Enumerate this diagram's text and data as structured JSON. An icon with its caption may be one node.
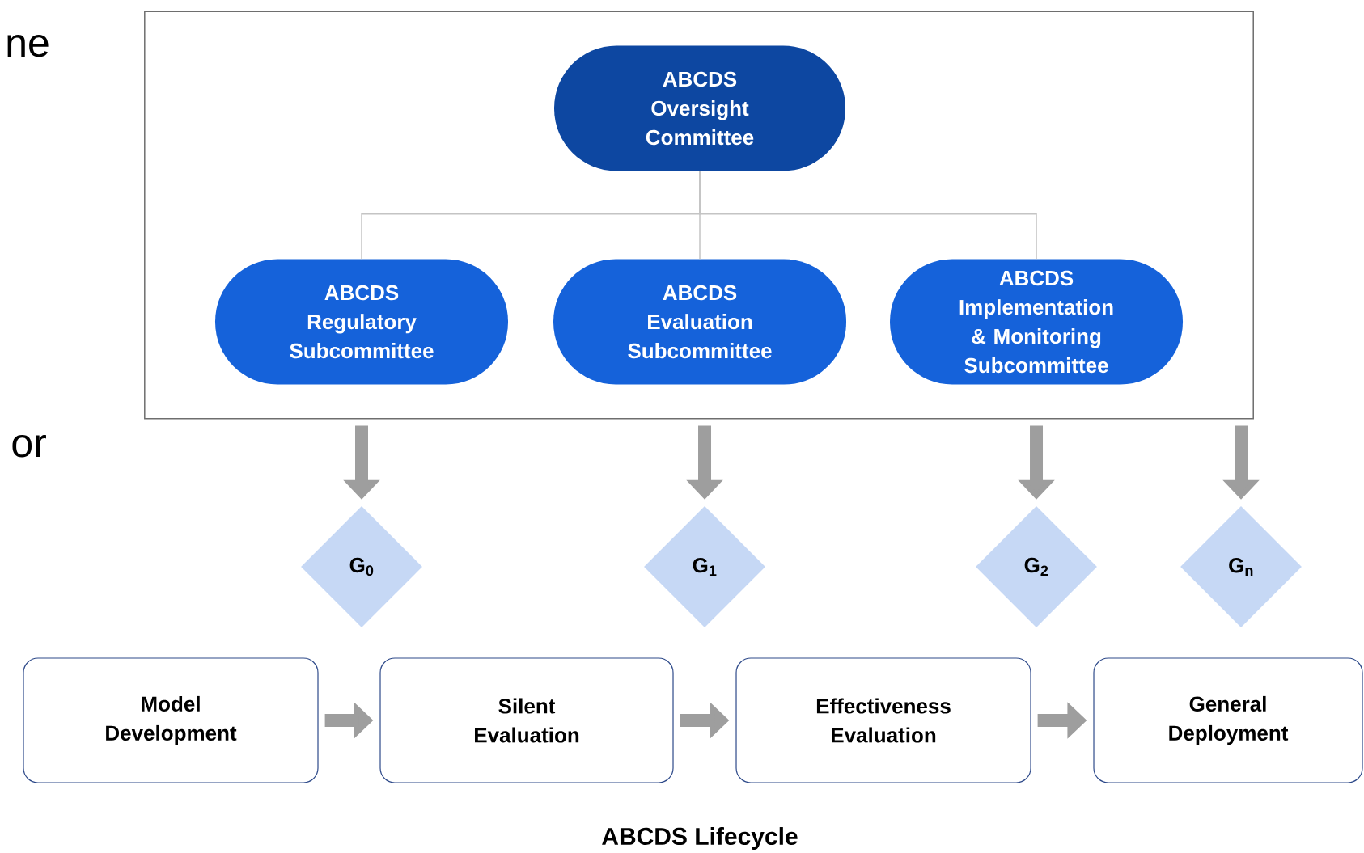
{
  "diagram": {
    "caption": "ABCDS Lifecycle",
    "nodes": [
      {
        "text": [],
        "shape": "box"
      },
      {
        "text": [
          "ABCDS Oversight Committee"
        ],
        "in": 0
      },
      {
        "text": [
          "ABCDS Regulatory Subcommittee"
        ],
        "in": 0
      },
      {
        "text": [
          "ABCDS Evaluation Subcommittee"
        ],
        "in": 0
      },
      {
        "text": [
          "ABCDS Implementation & Monitoring Subcommittee"
        ],
        "in": 0
      },
      {
        "text": [
          "G$_{0}$"
        ]
      },
      {
        "text": [
          "G$_{1}$"
        ]
      },
      {
        "text": [
          "G$_{2}$"
        ]
      },
      {
        "text": [
          "G$_{n}$"
        ]
      },
      {
        "text": [
          "Model Development"
        ]
      },
      {
        "text": [
          "Silent Evaluation"
        ]
      },
      {
        "text": [
          "Effectiveness Evaluation"
        ]
      },
      {
        "text": [
          "General Deployment"
        ]
      }
    ],
    "edges": [
      {
        "from": 1,
        "to": 2,
        "arrow": "none",
        "color": "#c4c4c4"
      },
      {
        "from": 1,
        "to": 3,
        "arrow": "none",
        "color": "#c4c4c4"
      },
      {
        "from": 1,
        "to": 4,
        "arrow": "none",
        "color": "#c4c4c4"
      },
      {
        "from": 0,
        "to": 5,
        "arrow": "to"
      },
      {
        "from": 0,
        "to": 6,
        "arrow": "to"
      },
      {
        "from": 0,
        "to": 7,
        "arrow": "to"
      },
      {
        "from": 0,
        "to": 8,
        "arrow": "to"
      },
      {
        "from": 9,
        "to": 10,
        "arrow": "to"
      },
      {
        "from": 10,
        "to": 11,
        "arrow": "to"
      },
      {
        "from": 11,
        "to": 12,
        "arrow": "to"
      }
    ],
    "labels": [
      "ne",
      "or"
    ]
  }
}
